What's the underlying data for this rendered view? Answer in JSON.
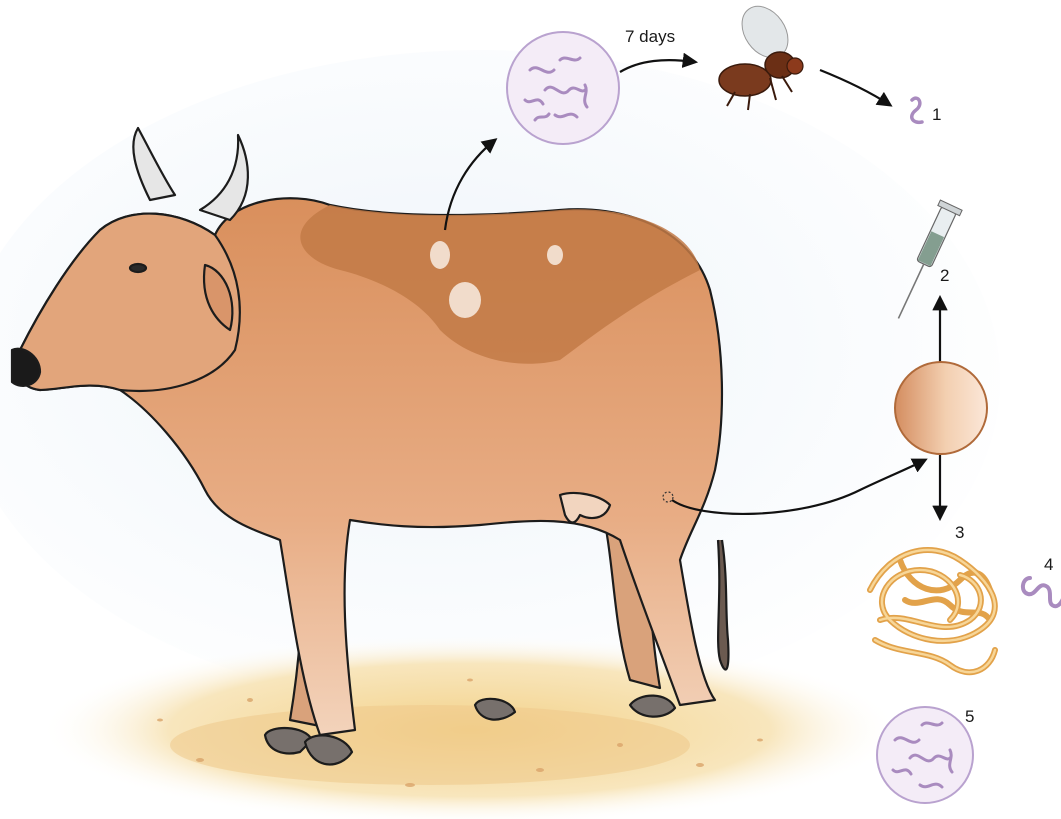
{
  "interval_label": "7 days",
  "steps": [
    {
      "label": "1",
      "icon": "larva-icon"
    },
    {
      "label": "2",
      "icon": "syringe-icon"
    },
    {
      "label": "3",
      "icon": "worm-tangle-icon"
    },
    {
      "label": "4",
      "icon": "single-worm-icon"
    },
    {
      "label": "5",
      "icon": "microfilariae-circle-icon"
    }
  ],
  "colors": {
    "cow_body": "#d9976a",
    "cow_patch": "#c07a45",
    "microfilariae": "#a98bbf",
    "worm": "#f2c477",
    "nodule": "#e8b48c",
    "ground": "#f5dca0"
  }
}
